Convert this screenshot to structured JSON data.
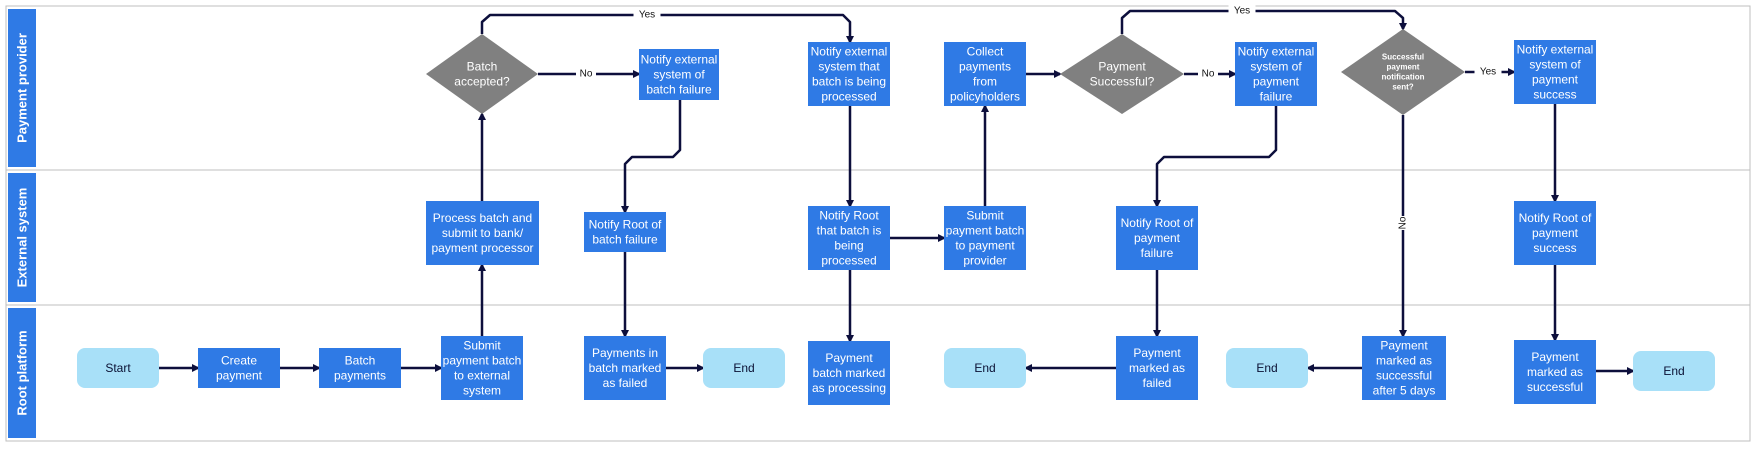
{
  "colors": {
    "process": "#2f7ae5",
    "terminal": "#a8e0f8",
    "decision": "#808080",
    "lane_tab": "#2f7ae5",
    "arrow": "#0d0f3c",
    "lane_line": "#bfbfbf"
  },
  "lanes": [
    {
      "id": "lane-payment-provider",
      "label": "Payment provider"
    },
    {
      "id": "lane-external-system",
      "label": "External system"
    },
    {
      "id": "lane-root-platform",
      "label": "Root platform"
    }
  ],
  "nodes": [
    {
      "id": "start",
      "type": "terminal",
      "lines": [
        "Start"
      ]
    },
    {
      "id": "create-payment",
      "type": "process",
      "lines": [
        "Create",
        "payment"
      ]
    },
    {
      "id": "batch-payments",
      "type": "process",
      "lines": [
        "Batch",
        "payments"
      ]
    },
    {
      "id": "submit-batch-external",
      "type": "process",
      "lines": [
        "Submit",
        "payment batch",
        "to external",
        "system"
      ]
    },
    {
      "id": "process-batch",
      "type": "process",
      "lines": [
        "Process batch and",
        "submit to bank/",
        "payment processor"
      ]
    },
    {
      "id": "batch-accepted",
      "type": "decision",
      "lines": [
        "Batch",
        "accepted?"
      ]
    },
    {
      "id": "notify-ext-batch-failure",
      "type": "process",
      "lines": [
        "Notify external",
        "system of",
        "batch failure"
      ]
    },
    {
      "id": "notify-root-batch-failure",
      "type": "process",
      "lines": [
        "Notify Root of",
        "batch failure"
      ]
    },
    {
      "id": "payments-batch-failed",
      "type": "process",
      "lines": [
        "Payments in",
        "batch marked",
        "as failed"
      ]
    },
    {
      "id": "end-1",
      "type": "terminal",
      "lines": [
        "End"
      ]
    },
    {
      "id": "notify-ext-batch-processed",
      "type": "process",
      "lines": [
        "Notify external",
        "system that",
        "batch is being",
        "processed"
      ]
    },
    {
      "id": "notify-root-batch-processing",
      "type": "process",
      "lines": [
        "Notify Root",
        "that batch is",
        "being",
        "processed"
      ]
    },
    {
      "id": "payment-batch-processing",
      "type": "process",
      "lines": [
        "Payment",
        "batch marked",
        "as processing"
      ]
    },
    {
      "id": "submit-to-provider",
      "type": "process",
      "lines": [
        "Submit",
        "payment batch",
        "to payment",
        "provider"
      ]
    },
    {
      "id": "collect-payments",
      "type": "process",
      "lines": [
        "Collect",
        "payments",
        "from",
        "policyholders"
      ]
    },
    {
      "id": "payment-successful",
      "type": "decision",
      "lines": [
        "Payment",
        "Successful?"
      ]
    },
    {
      "id": "notify-ext-payment-failure",
      "type": "process",
      "lines": [
        "Notify external",
        "system of",
        "payment",
        "failure"
      ]
    },
    {
      "id": "notify-root-payment-failure",
      "type": "process",
      "lines": [
        "Notify Root of",
        "payment",
        "failure"
      ]
    },
    {
      "id": "payment-marked-failed",
      "type": "process",
      "lines": [
        "Payment",
        "marked as",
        "failed"
      ]
    },
    {
      "id": "end-2",
      "type": "terminal",
      "lines": [
        "End"
      ]
    },
    {
      "id": "notification-sent",
      "type": "decision",
      "small": true,
      "lines": [
        "Successful",
        "payment",
        "notification",
        "sent?"
      ]
    },
    {
      "id": "payment-successful-5-days",
      "type": "process",
      "lines": [
        "Payment",
        "marked as",
        "successful",
        "after 5 days"
      ]
    },
    {
      "id": "end-3",
      "type": "terminal",
      "lines": [
        "End"
      ]
    },
    {
      "id": "notify-ext-payment-success",
      "type": "process",
      "lines": [
        "Notify external",
        "system of",
        "payment",
        "success"
      ]
    },
    {
      "id": "notify-root-payment-success",
      "type": "process",
      "lines": [
        "Notify Root of",
        "payment",
        "success"
      ]
    },
    {
      "id": "payment-marked-successful",
      "type": "process",
      "lines": [
        "Payment",
        "marked as",
        "successful"
      ]
    },
    {
      "id": "end-4",
      "type": "terminal",
      "lines": [
        "End"
      ]
    }
  ],
  "edges": [
    {
      "from": "start",
      "to": "create-payment",
      "label": ""
    },
    {
      "from": "create-payment",
      "to": "batch-payments",
      "label": ""
    },
    {
      "from": "batch-payments",
      "to": "submit-batch-external",
      "label": ""
    },
    {
      "from": "submit-batch-external",
      "to": "process-batch",
      "label": ""
    },
    {
      "from": "process-batch",
      "to": "batch-accepted",
      "label": ""
    },
    {
      "from": "batch-accepted",
      "to": "notify-ext-batch-failure",
      "label": "No"
    },
    {
      "from": "batch-accepted",
      "to": "notify-ext-batch-processed",
      "label": "Yes"
    },
    {
      "from": "notify-ext-batch-failure",
      "to": "notify-root-batch-failure",
      "label": ""
    },
    {
      "from": "notify-root-batch-failure",
      "to": "payments-batch-failed",
      "label": ""
    },
    {
      "from": "payments-batch-failed",
      "to": "end-1",
      "label": ""
    },
    {
      "from": "notify-ext-batch-processed",
      "to": "notify-root-batch-processing",
      "label": ""
    },
    {
      "from": "notify-root-batch-processing",
      "to": "payment-batch-processing",
      "label": ""
    },
    {
      "from": "notify-root-batch-processing",
      "to": "submit-to-provider",
      "label": ""
    },
    {
      "from": "submit-to-provider",
      "to": "collect-payments",
      "label": ""
    },
    {
      "from": "collect-payments",
      "to": "payment-successful",
      "label": ""
    },
    {
      "from": "payment-successful",
      "to": "notify-ext-payment-failure",
      "label": "No"
    },
    {
      "from": "payment-successful",
      "to": "notification-sent",
      "label": "Yes"
    },
    {
      "from": "notify-ext-payment-failure",
      "to": "notify-root-payment-failure",
      "label": ""
    },
    {
      "from": "notify-root-payment-failure",
      "to": "payment-marked-failed",
      "label": ""
    },
    {
      "from": "payment-marked-failed",
      "to": "end-2",
      "label": ""
    },
    {
      "from": "notification-sent",
      "to": "notify-ext-payment-success",
      "label": "Yes"
    },
    {
      "from": "notification-sent",
      "to": "payment-successful-5-days",
      "label": "No"
    },
    {
      "from": "payment-successful-5-days",
      "to": "end-3",
      "label": ""
    },
    {
      "from": "notify-ext-payment-success",
      "to": "notify-root-payment-success",
      "label": ""
    },
    {
      "from": "notify-root-payment-success",
      "to": "payment-marked-successful",
      "label": ""
    },
    {
      "from": "payment-marked-successful",
      "to": "end-4",
      "label": ""
    }
  ]
}
